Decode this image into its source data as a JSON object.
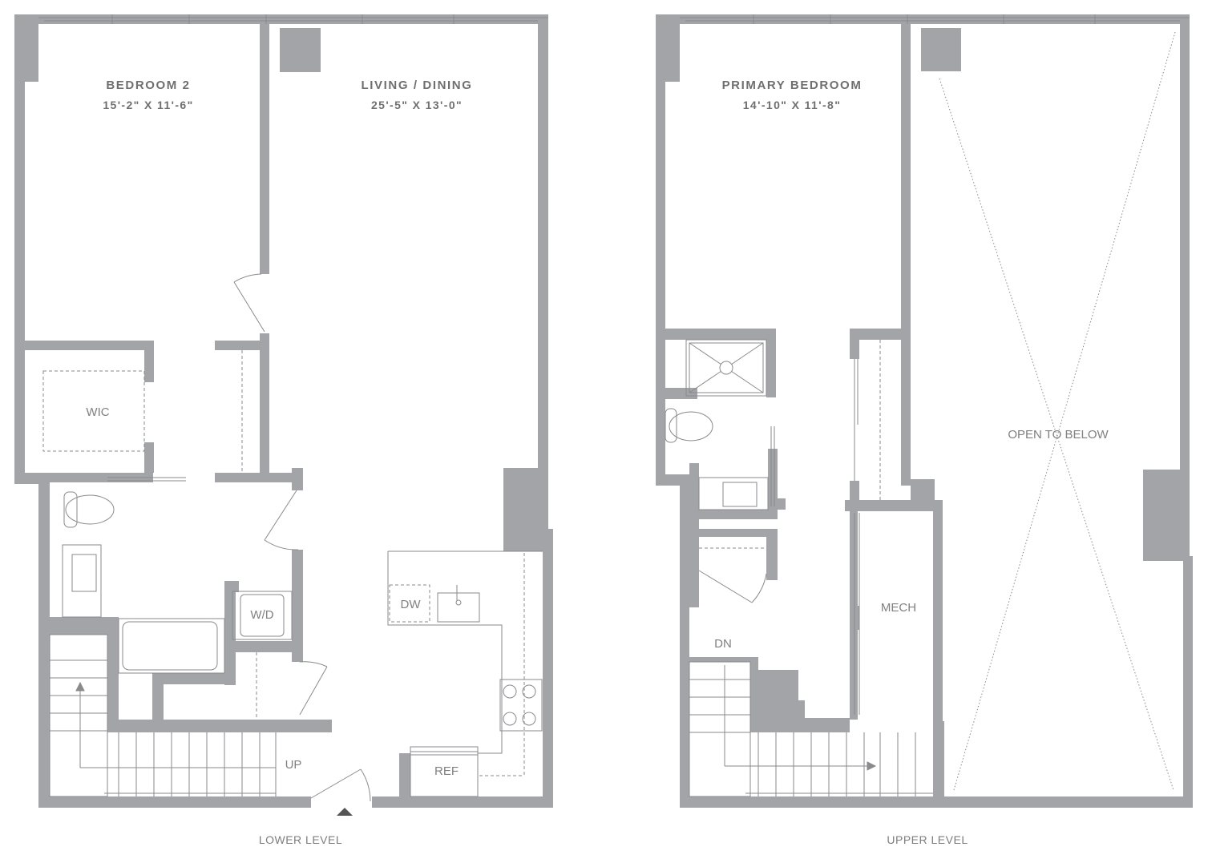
{
  "colors": {
    "wall": "#a3a4a7",
    "line": "#8a8a8c",
    "text": "#7a7a7a",
    "background": "#ffffff"
  },
  "lower_level": {
    "title": "LOWER LEVEL",
    "bedroom2": {
      "name": "BEDROOM 2",
      "dims": "15'-2\" X 11'-6\""
    },
    "living": {
      "name": "LIVING / DINING",
      "dims": "25'-5\" X 13'-0\""
    },
    "wic": "WIC",
    "wd": "W/D",
    "dw": "DW",
    "ref": "REF",
    "up": "UP"
  },
  "upper_level": {
    "title": "UPPER LEVEL",
    "primary": {
      "name": "PRIMARY BEDROOM",
      "dims": "14'-10\" X 11'-8\""
    },
    "mech": "MECH",
    "dn": "DN",
    "open": "OPEN TO BELOW"
  }
}
